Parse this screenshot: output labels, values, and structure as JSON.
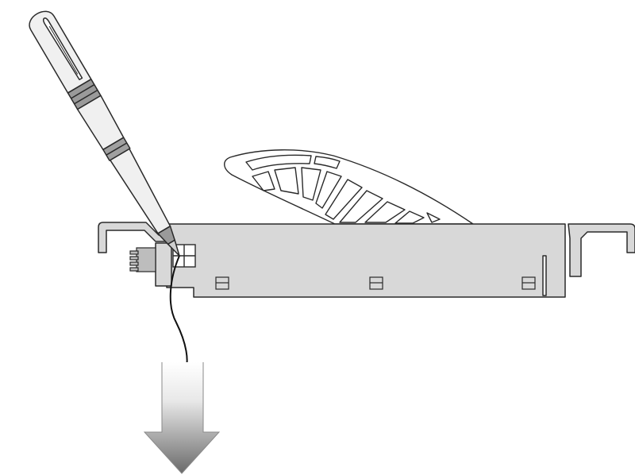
{
  "figure": {
    "kind": "technical-illustration",
    "subject": "module-removal-with-pen",
    "parts": [
      "pen-icon",
      "module-housing",
      "latch-lever",
      "release-button",
      "connector",
      "down-arrow-icon"
    ],
    "colors": {
      "line": "#2a2a2a",
      "housing_fill": "#d8d8d8",
      "pen_fill": "#f0f0f0",
      "pen_band": "#9a9a9a",
      "arrow_top": "#ffffff",
      "arrow_bottom": "#6a6a6a"
    }
  }
}
